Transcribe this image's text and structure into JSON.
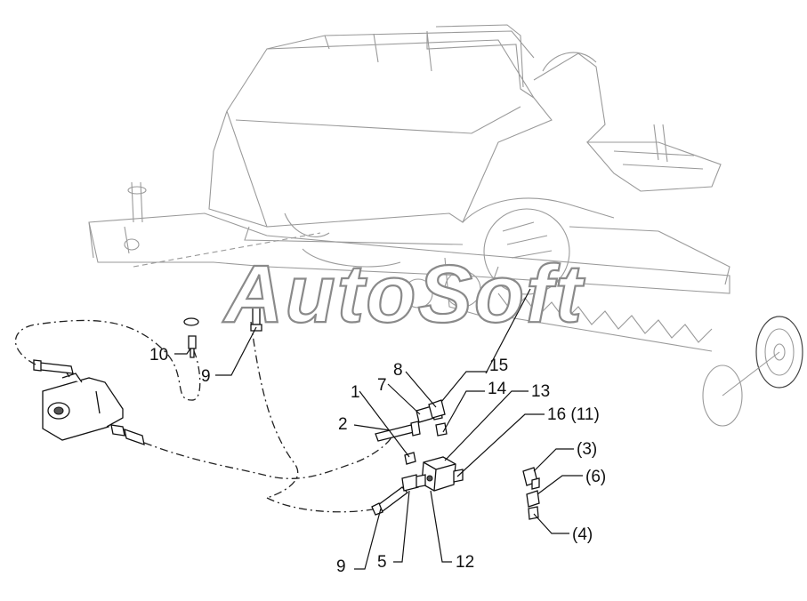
{
  "watermark": {
    "text": "AutoSoft"
  },
  "callouts": [
    {
      "id": "c10",
      "text": "10"
    },
    {
      "id": "c9a",
      "text": "9"
    },
    {
      "id": "c8",
      "text": "8"
    },
    {
      "id": "c7",
      "text": "7"
    },
    {
      "id": "c1",
      "text": "1"
    },
    {
      "id": "c2",
      "text": "2"
    },
    {
      "id": "c15",
      "text": "15"
    },
    {
      "id": "c14",
      "text": "14"
    },
    {
      "id": "c13",
      "text": "13"
    },
    {
      "id": "c16",
      "text": "16 (11)"
    },
    {
      "id": "c3",
      "text": "(3)"
    },
    {
      "id": "c6",
      "text": "(6)"
    },
    {
      "id": "c4",
      "text": "(4)"
    },
    {
      "id": "c9b",
      "text": "9"
    },
    {
      "id": "c5",
      "text": "5"
    },
    {
      "id": "c12",
      "text": "12"
    }
  ],
  "colors": {
    "frame": "#9a9a9a",
    "ink": "#111111",
    "watermark_stroke": "#8a8a8a"
  }
}
